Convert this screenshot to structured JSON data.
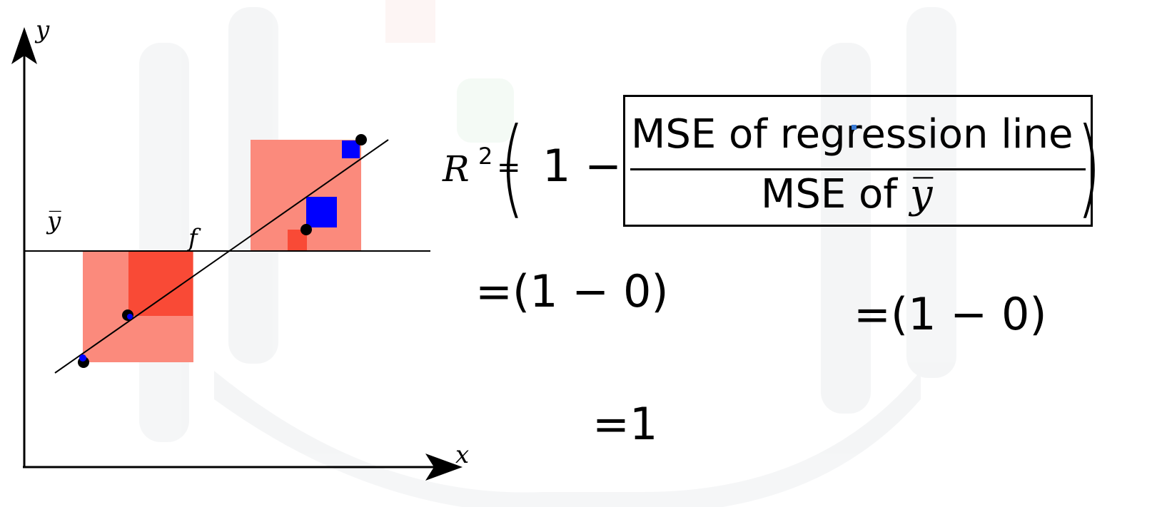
{
  "diagram": {
    "axis_labels": {
      "y": "y",
      "x": "x"
    },
    "mean_line_label": "y̅",
    "regression_line_label": "f"
  },
  "formula": {
    "lhs": "R",
    "exponent": "2",
    "equals": "=",
    "one_minus": "1 −",
    "numerator": "MSE of regression line",
    "denominator_prefix": "MSE of",
    "denominator_symbol": "y̅"
  },
  "steps": {
    "step1": "=(1 − 0)",
    "step2": "=(1 − 0)",
    "step3": "=1"
  },
  "colors": {
    "large_square": "#fb8a7c",
    "small_square": "#f94a36",
    "blue_square": "#0000ff",
    "point": "#000000"
  }
}
